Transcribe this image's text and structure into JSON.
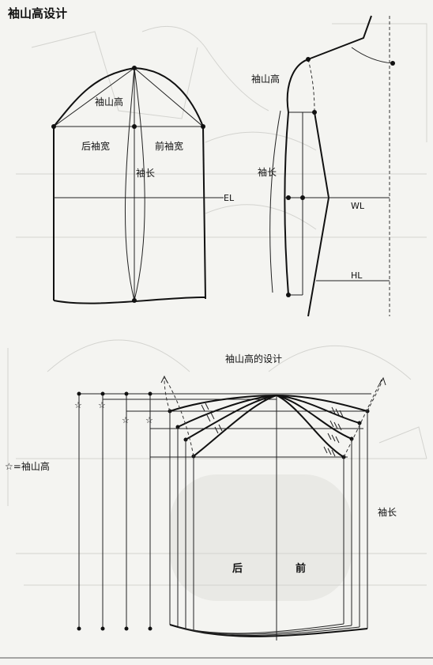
{
  "title": "袖山高设计",
  "top_left": {
    "cap_height": "袖山高",
    "back_width": "后袖宽",
    "front_width": "前袖宽",
    "sleeve_length": "袖长",
    "elbow_line": "EL"
  },
  "top_right": {
    "cap_height": "袖山高",
    "sleeve_length": "袖长",
    "waist_line": "WL",
    "hip_line": "HL"
  },
  "bottom": {
    "heading": "袖山高的设计",
    "legend_symbol": "☆",
    "legend_text": "=袖山高",
    "back": "后",
    "front": "前",
    "sleeve_length": "袖长"
  }
}
